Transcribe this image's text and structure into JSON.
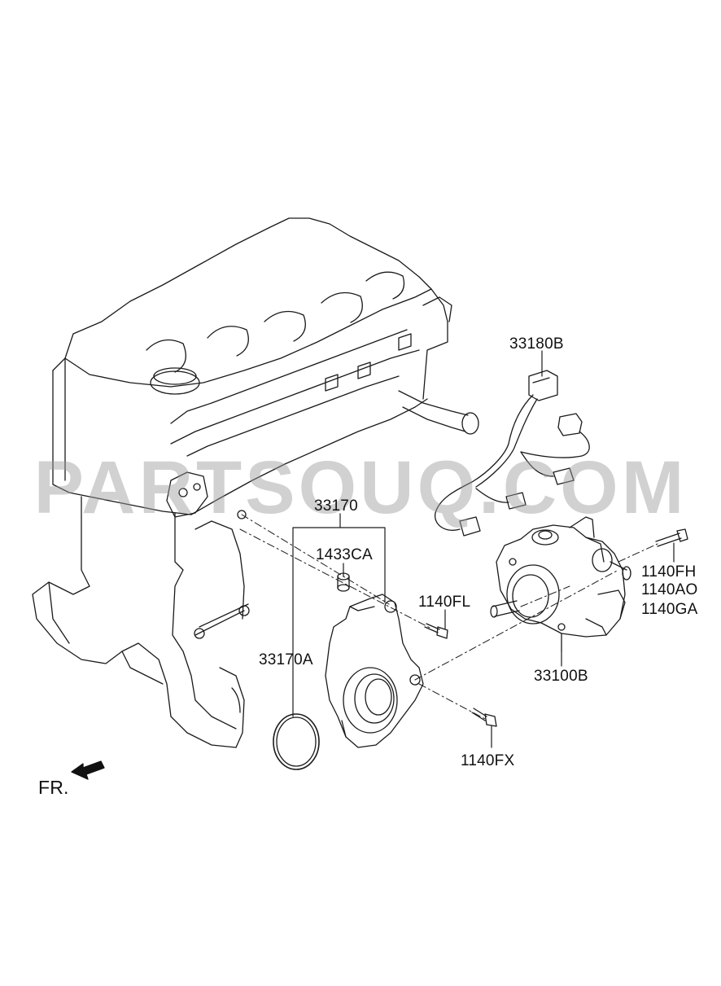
{
  "watermark": "PARTSOUQ.COM",
  "labels": {
    "l33180B": "33180B",
    "l33170": "33170",
    "l1433CA": "1433CA",
    "l1140FL": "1140FL",
    "l33170A": "33170A",
    "l1140FH": "1140FH",
    "l1140AO": "1140AO",
    "l1140GA": "1140GA",
    "l33100B": "33100B",
    "l1140FX": "1140FX",
    "fr": "FR."
  },
  "icons": {
    "front_arrow": "front-direction-arrow"
  }
}
